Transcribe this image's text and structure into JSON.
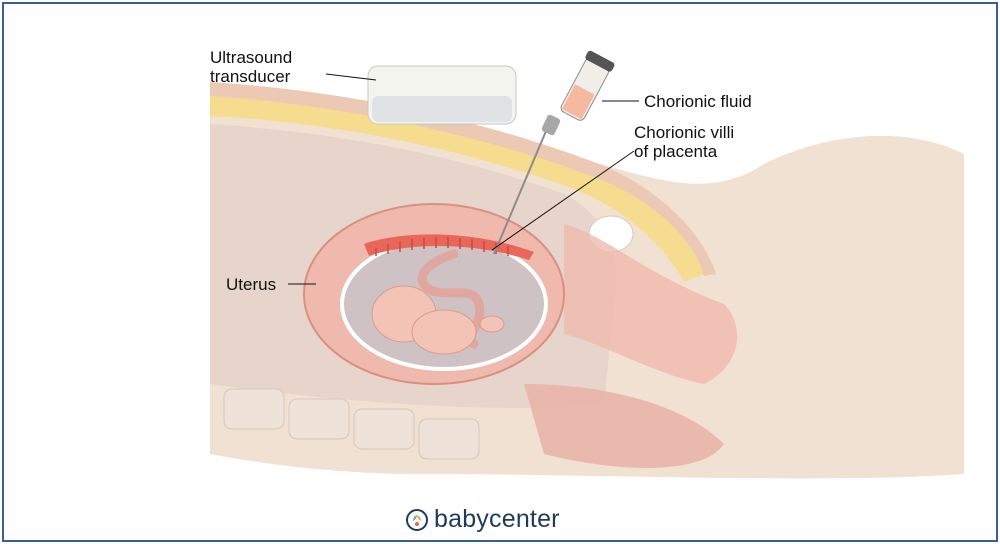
{
  "labels": {
    "ultrasound_transducer_line1": "Ultrasound",
    "ultrasound_transducer_line2": "transducer",
    "chorionic_fluid": "Chorionic fluid",
    "chorionic_villi_line1": "Chorionic villi",
    "chorionic_villi_line2": "of placenta",
    "uterus": "Uterus"
  },
  "logo": {
    "text": "babycenter",
    "icon": "babycenter-leaf-icon"
  },
  "colors": {
    "frame_border": "#3b5f8f",
    "skin": "#f1e1d3",
    "fat_layer": "#f6dc8e",
    "uterus_wall": "#f0b9ad",
    "amniotic_sac": "#cfc2c5",
    "placenta": "#e8675a",
    "logo_text": "#1f3b5a"
  }
}
